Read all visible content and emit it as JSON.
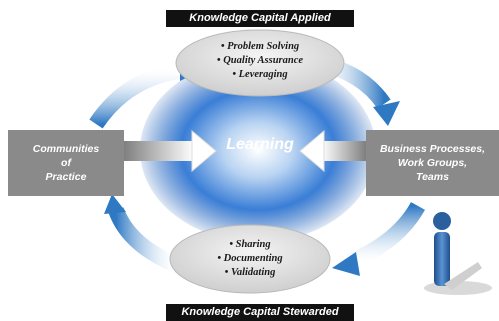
{
  "banners": {
    "top": "Knowledge Capital Applied",
    "bottom": "Knowledge Capital Stewarded"
  },
  "applied": {
    "items": [
      "• Problem Solving",
      "• Quality Assurance",
      "• Leveraging"
    ]
  },
  "stewarded": {
    "items": [
      "• Sharing",
      "• Documenting",
      "• Validating"
    ]
  },
  "left_box": {
    "lines": [
      "Communities",
      "of",
      "Practice"
    ]
  },
  "right_box": {
    "lines": [
      "Business Processes,",
      "Work Groups,",
      "Teams"
    ]
  },
  "center": {
    "label": "Learning"
  },
  "colors": {
    "cycle_blue": "#2f79c3",
    "glow_blue": "#3a7ed6",
    "box_gray": "#8a8a8a",
    "ellipse_gray": "#dcdcdc",
    "figure_blue": "#2c5f9e"
  },
  "icons": {
    "person": "person-figure-icon"
  }
}
